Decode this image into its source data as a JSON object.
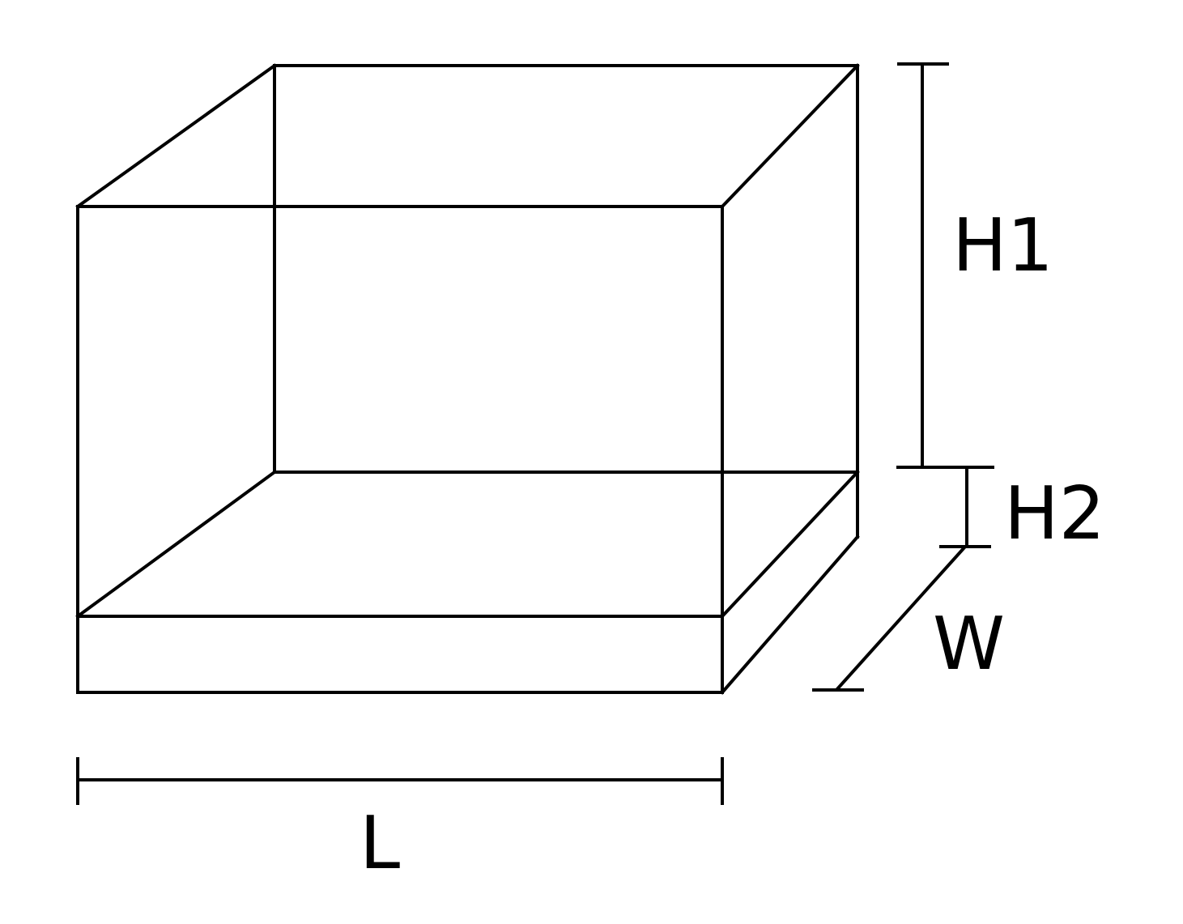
{
  "diagram": {
    "type": "box-dimension-drawing",
    "stroke_color": "#000000",
    "background": "#ffffff",
    "labels": {
      "h1": "H1",
      "h2": "H2",
      "w": "W",
      "l": "L"
    }
  }
}
